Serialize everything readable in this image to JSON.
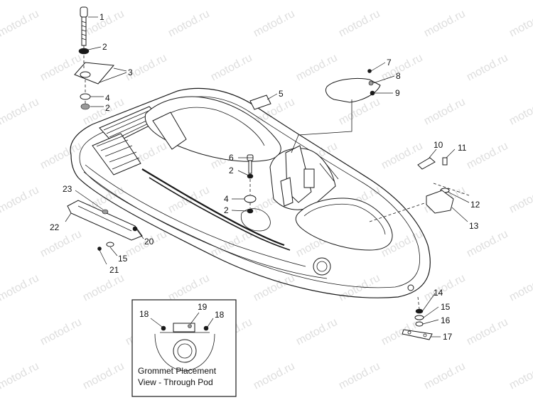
{
  "diagram": {
    "watermark_text": "motod.ru",
    "callouts": {
      "c1": "1",
      "c2a": "2",
      "c3": "3",
      "c4a": "4",
      "c2b": "2",
      "c5": "5",
      "c6": "6",
      "c2c": "2",
      "c4b": "4",
      "c2d": "2",
      "c7": "7",
      "c8": "8",
      "c9": "9",
      "c10": "10",
      "c11": "11",
      "c12": "12",
      "c13": "13",
      "c14": "14",
      "c15a": "15",
      "c16a": "16",
      "c17": "17",
      "c15b": "15",
      "c21": "21",
      "c20": "20",
      "c22": "22",
      "c23": "23",
      "c18a": "18",
      "c19": "19",
      "c18b": "18"
    },
    "inset": {
      "caption_line1": "Grommet Placement",
      "caption_line2": "View - Through Pod"
    }
  }
}
